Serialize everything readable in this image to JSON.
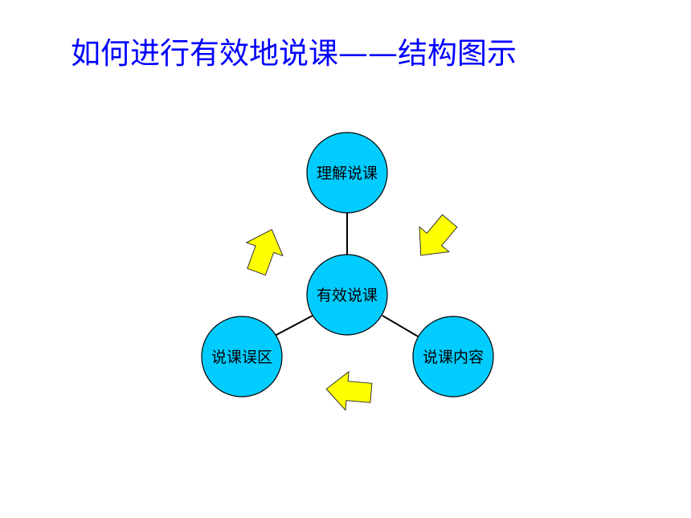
{
  "title": "如何进行有效地说课——结构图示",
  "nodes": {
    "center": "有效说课",
    "top": "理解说课",
    "bottom_right": "说课内容",
    "bottom_left": "说课误区"
  },
  "colors": {
    "title": "#0000ff",
    "node_fill": "#00ccff",
    "node_stroke": "#000000",
    "arrow_fill": "#ffff00",
    "arrow_stroke": "#333333"
  }
}
